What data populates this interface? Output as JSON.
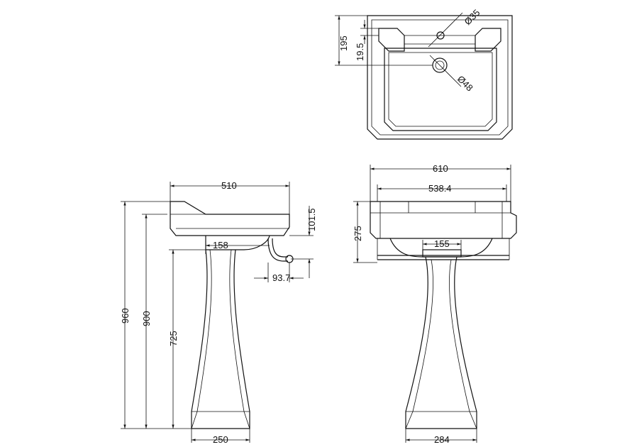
{
  "diagram": {
    "plan_view": {
      "dim_tap_hole_diameter": "Ø35",
      "dim_waste_diameter": "Ø48",
      "dim_depth": "195",
      "dim_rim": "19.5"
    },
    "side_view": {
      "dim_basin_depth": "510",
      "dim_bowl_height": "101.5",
      "dim_waste_offset": "158",
      "dim_trap_offset": "93.7",
      "dim_total_height": "960",
      "dim_rim_height": "900",
      "dim_pedestal_height": "725",
      "dim_pedestal_width": "250"
    },
    "front_view": {
      "dim_width": "610",
      "dim_towel_rail_width": "538.4",
      "dim_basin_height": "275",
      "dim_waste_width": "155",
      "dim_pedestal_base_width": "284"
    }
  }
}
